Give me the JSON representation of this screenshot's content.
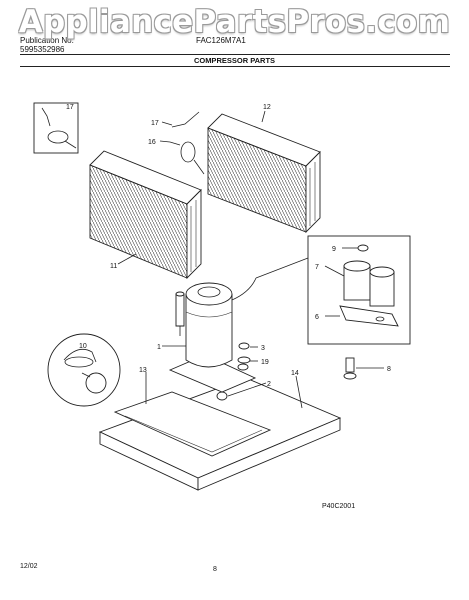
{
  "watermark": "AppliancePartsPros.com",
  "header": {
    "pub_label": "Publication No.",
    "pub_number": "5995352986",
    "model": "FAC126M7A1",
    "section_title": "COMPRESSOR PARTS"
  },
  "callouts": {
    "c1": "1",
    "c2": "2",
    "c3": "3",
    "c6": "6",
    "c7": "7",
    "c8": "8",
    "c9": "9",
    "c10": "10",
    "c11": "11",
    "c12": "12",
    "c13": "13",
    "c14": "14",
    "c16": "16",
    "c17a": "17",
    "c17b": "17",
    "c19": "19"
  },
  "footer": {
    "figure_code": "P40C2001",
    "date": "12/02",
    "page_number": "8"
  }
}
